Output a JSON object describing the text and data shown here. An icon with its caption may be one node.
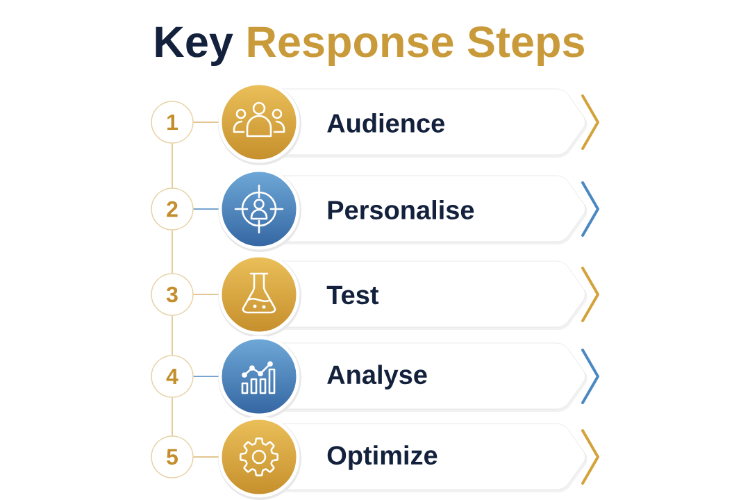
{
  "diagram": {
    "title": "Key Response Steps",
    "nodes": [
      {
        "text": [
          "1"
        ]
      },
      {
        "text": [],
        "shape": "circle"
      },
      {
        "text": [
          "Audience"
        ]
      },
      {
        "text": [
          "2"
        ]
      },
      {
        "text": [],
        "shape": "circle"
      },
      {
        "text": [
          "Personalise"
        ]
      },
      {
        "text": [
          "3"
        ]
      },
      {
        "text": [],
        "shape": "circle"
      },
      {
        "text": [
          "Test"
        ]
      },
      {
        "text": [
          "4"
        ]
      },
      {
        "text": [],
        "shape": "circle"
      },
      {
        "text": [
          "Analyse"
        ]
      },
      {
        "text": [
          "5"
        ]
      },
      {
        "text": [],
        "shape": "circle"
      },
      {
        "text": [
          "Optimize"
        ]
      }
    ],
    "edges": [
      {
        "from": 0,
        "to": 1,
        "arrow": "none"
      },
      {
        "from": 0,
        "to": 3,
        "arrow": "none"
      },
      {
        "from": 3,
        "to": 4,
        "arrow": "none",
        "color": "#4a86c0"
      },
      {
        "from": 3,
        "to": 6,
        "arrow": "none"
      },
      {
        "from": 6,
        "to": 7,
        "arrow": "none"
      },
      {
        "from": 6,
        "to": 9,
        "arrow": "none"
      },
      {
        "from": 9,
        "to": 10,
        "arrow": "none",
        "color": "#4a86c0"
      },
      {
        "from": 9,
        "to": 12,
        "arrow": "none"
      },
      {
        "from": 12,
        "to": 13,
        "arrow": "none"
      }
    ]
  }
}
